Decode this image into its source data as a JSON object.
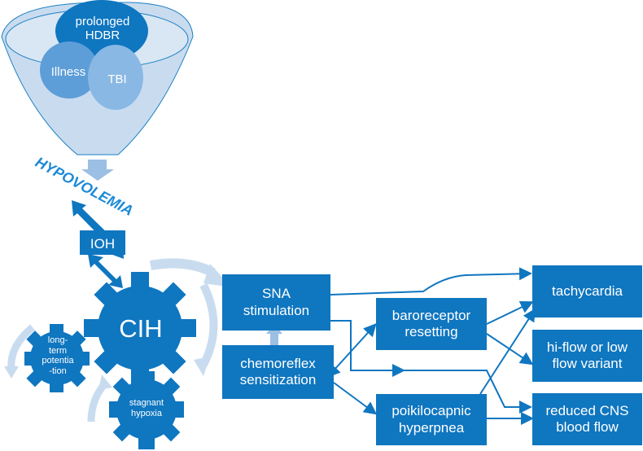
{
  "colors": {
    "primary": "#0f76c0",
    "light": "#8ab8e4",
    "pale": "#c9dcef",
    "mid": "#5d9ed8"
  },
  "funnel": {
    "prolonged_hdbr": "prolonged\nHDBR",
    "illness": "Illness",
    "tbi": "TBI"
  },
  "hypovolemia": "HYPOVOLEMIA",
  "ioh": "IOH",
  "gears": {
    "cih": "CIH",
    "ltp": "long-\nterm\npotentia\n-tion",
    "stagnant_hypoxia": "stagnant\nhypoxia"
  },
  "boxes": {
    "sna_stimulation": "SNA\nstimulation",
    "chemoreflex_sensitization": "chemoreflex\nsensitization",
    "baroreceptor_resetting": "baroreceptor\nresetting",
    "poikilocapnic_hyperpnea": "poikilocapnic\nhyperpnea",
    "tachycardia": "tachycardia",
    "flow_variant": "hi-flow or low\nflow variant",
    "reduced_cns": "reduced CNS\nblood flow"
  }
}
